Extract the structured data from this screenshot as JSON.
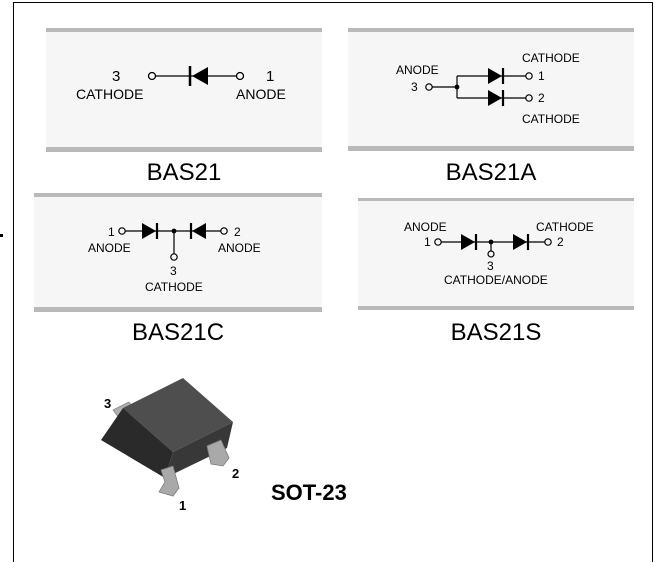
{
  "panels": {
    "bas21": {
      "title": "BAS21",
      "pin_left_num": "3",
      "pin_left_name": "CATHODE",
      "pin_right_num": "1",
      "pin_right_name": "ANODE"
    },
    "bas21a": {
      "title": "BAS21A",
      "anode_label": "ANODE",
      "anode_pin": "3",
      "cathode_top_label": "CATHODE",
      "cathode_top_pin": "1",
      "cathode_bot_label": "CATHODE",
      "cathode_bot_pin": "2"
    },
    "bas21c": {
      "title": "BAS21C",
      "left_pin": "1",
      "left_name": "ANODE",
      "right_pin": "2",
      "right_name": "ANODE",
      "mid_pin": "3",
      "mid_name": "CATHODE"
    },
    "bas21s": {
      "title": "BAS21S",
      "left_name": "ANODE",
      "left_pin": "1",
      "right_name": "CATHODE",
      "right_pin": "2",
      "mid_pin": "3",
      "mid_name": "CATHODE/ANODE"
    }
  },
  "package": {
    "name": "SOT-23",
    "pin1": "1",
    "pin2": "2",
    "pin3": "3",
    "body_color": "#4a4a4a",
    "lead_color": "#a8a8a8"
  }
}
